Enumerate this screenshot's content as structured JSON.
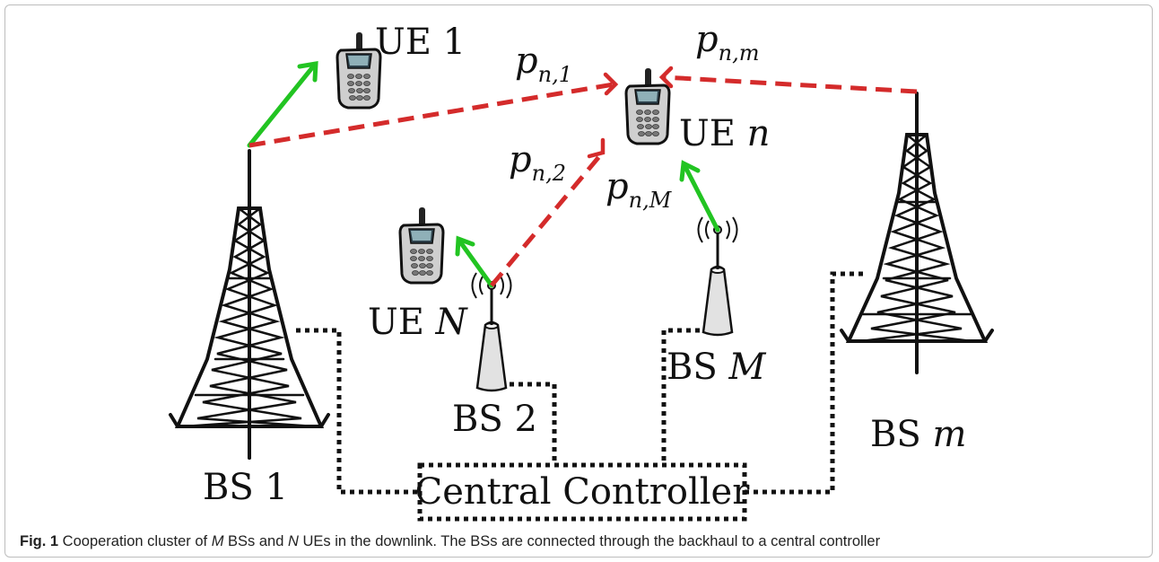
{
  "labels": {
    "ue1": "UE 1",
    "uen_prefix": "UE ",
    "uen_var": "n",
    "ueN_prefix": "UE ",
    "ueN_var": "N",
    "bs1": "BS 1",
    "bs2": "BS 2",
    "bsM_prefix": "BS ",
    "bsM_var": "M",
    "bsm_prefix": "BS ",
    "bsm_var": "m",
    "controller": "Central Controller"
  },
  "powers": {
    "p_n1": {
      "base": "p",
      "sub": "n,1"
    },
    "p_n2": {
      "base": "p",
      "sub": "n,2"
    },
    "p_nm": {
      "base": "p",
      "sub": "n,m"
    },
    "p_nM": {
      "base": "p",
      "sub": "n,M"
    }
  },
  "colors": {
    "desired_link": "#22c422",
    "interference_link": "#d42b2b",
    "backhaul": "#111111"
  },
  "caption": {
    "fig": "Fig. 1",
    "t1": " Cooperation cluster of ",
    "M": "M",
    "t2": " BSs and ",
    "N": "N",
    "t3": " UEs in the downlink. The BSs are connected through the backhaul to a central controller"
  }
}
